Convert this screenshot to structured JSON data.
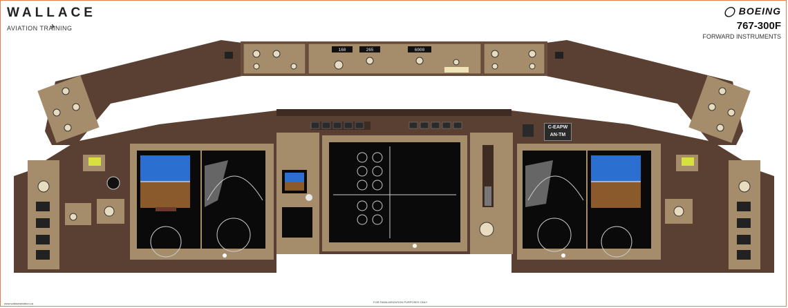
{
  "header": {
    "brand_name": "WALLACE",
    "brand_subtitle": "AVIATION TRAINING",
    "manufacturer": "BOEING",
    "model": "767-300F",
    "view": "FORWARD INSTRUMENTS"
  },
  "registration": {
    "line1": "C-EAPW",
    "line2": "AN-TM"
  },
  "mcp": {
    "speed": "160",
    "heading": "265",
    "altitude": "6000"
  },
  "footer": {
    "website": "www.wallaceaviation.ca",
    "disclaimer": "FOR FAMILIARIZATION PURPOSES ONLY"
  },
  "colors": {
    "panel": "#5a4032",
    "panel_dark": "#3e2b21",
    "bezel": "#a58d6c",
    "screen": "#0a0a0a",
    "frame": "#e0804a"
  }
}
